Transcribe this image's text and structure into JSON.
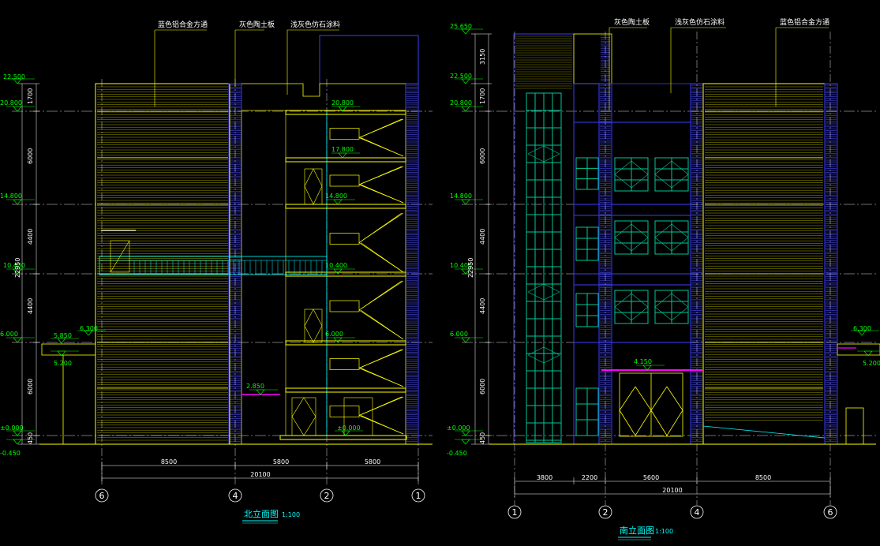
{
  "north": {
    "title": "北立面图",
    "scale": "1:100",
    "callouts": [
      "蓝色铝合金方通",
      "灰色陶土板",
      "浅灰色仿石涂料"
    ],
    "levels": [
      "22.500",
      "20.800",
      "14.800",
      "10.400",
      "6.000",
      "±0.000",
      "-0.450"
    ],
    "inner_levels": [
      "20.800",
      "17.800",
      "14.800",
      "10.400",
      "6.000",
      "2.850",
      "±0.000"
    ],
    "canopy_levels": [
      "6.300",
      "5.850",
      "5.200"
    ],
    "vert_dims": [
      "1700",
      "6000",
      "4400",
      "4400",
      "6000",
      "450"
    ],
    "total_height": "22950",
    "horiz_dims": [
      "8500",
      "5800",
      "5800"
    ],
    "total_width": "20100",
    "axes": [
      "6",
      "4",
      "2",
      "1"
    ]
  },
  "south": {
    "title": "南立面图",
    "scale": "1:100",
    "callouts": [
      "灰色陶土板",
      "浅灰色仿石涂料",
      "蓝色铝合金方通"
    ],
    "levels": [
      "25.650",
      "22.500",
      "20.800",
      "14.800",
      "10.400",
      "6.000",
      "±0.000",
      "-0.450"
    ],
    "inner_levels": [
      "4.150"
    ],
    "canopy_levels": [
      "6.300",
      "5.200"
    ],
    "vert_dims": [
      "3150",
      "1700",
      "6000",
      "4400",
      "4400",
      "6000",
      "450"
    ],
    "total_height": "22950",
    "horiz_dims": [
      "3800",
      "2200",
      "5600",
      "8500"
    ],
    "total_width": "20100",
    "axes": [
      "1",
      "2",
      "4",
      "6"
    ]
  },
  "colors": {
    "background": "#000000",
    "yellow": "#ffff00",
    "green": "#00ff00",
    "cyan": "#00ffff",
    "blue": "#3c3cff",
    "white": "#ffffff",
    "magenta": "#ff00ff",
    "teal": "#00c896",
    "olive": "#a8a800"
  }
}
